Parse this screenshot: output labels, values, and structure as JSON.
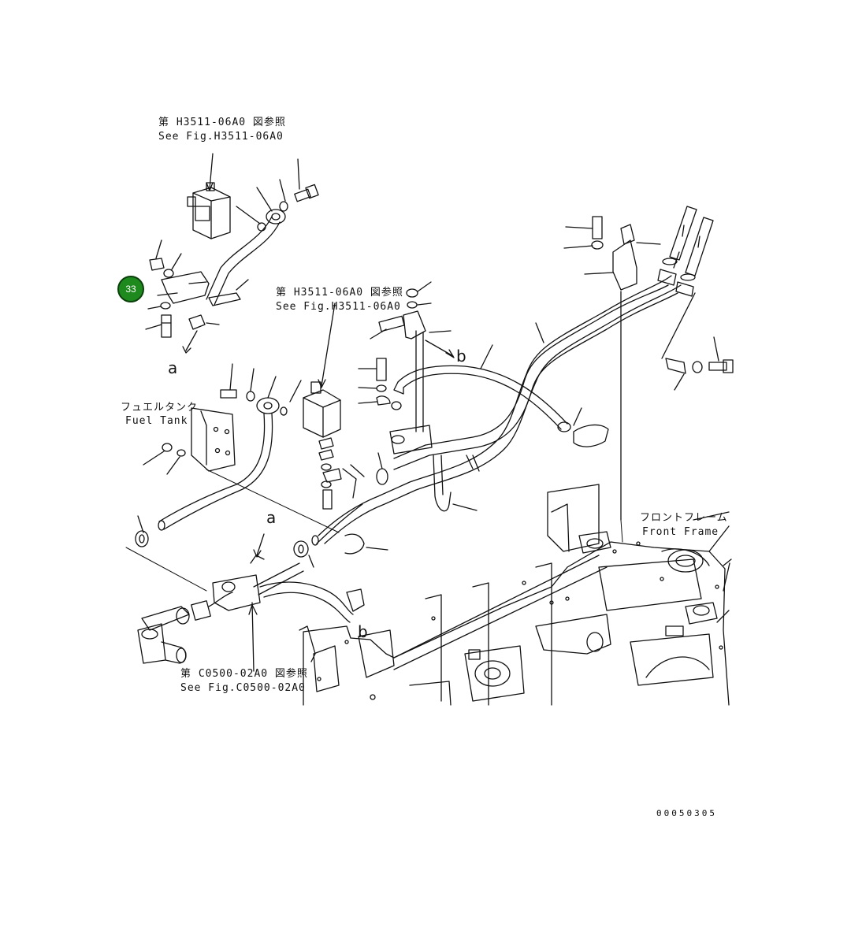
{
  "references": {
    "top_left": {
      "jp": "第 H3511-06A0 図参照",
      "en": "See Fig.H3511-06A0"
    },
    "middle": {
      "jp": "第 H3511-06A0 図参照",
      "en": "See Fig.H3511-06A0"
    },
    "bottom": {
      "jp": "第 C0500-02A0 図参照",
      "en": "See Fig.C0500-02A0"
    }
  },
  "components": {
    "fuel_tank": {
      "jp": "フュエルタンク",
      "en": "Fuel Tank"
    },
    "front_frame": {
      "jp": "フロントフレーム",
      "en": "Front Frame"
    }
  },
  "connection_marks": {
    "a_top": "a",
    "a_middle": "a",
    "b_upper": "b",
    "b_lower": "b"
  },
  "callouts": [
    {
      "number": "33"
    }
  ],
  "drawing_number": "00050305",
  "colors": {
    "line": "#111111",
    "callout_fill": "#1e8a1e",
    "callout_border": "#0b3f0b",
    "callout_text": "#ffffff"
  }
}
